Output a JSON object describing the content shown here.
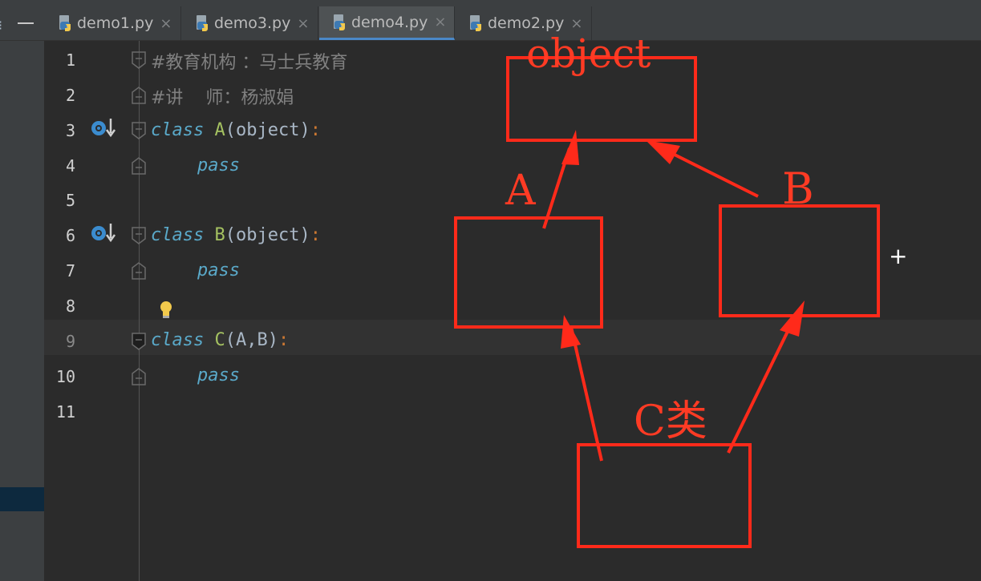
{
  "tabs": [
    {
      "label": "demo1.py",
      "active": false
    },
    {
      "label": "demo3.py",
      "active": false
    },
    {
      "label": "demo4.py",
      "active": true
    },
    {
      "label": "demo2.py",
      "active": false
    }
  ],
  "close_glyph": "×",
  "editor": {
    "line_numbers": [
      "1",
      "2",
      "3",
      "4",
      "5",
      "6",
      "7",
      "8",
      "9",
      "10",
      "11"
    ],
    "lines": {
      "l1_comment": "#教育机构 ：马士兵教育",
      "l2_comment": "#讲    师：杨淑娟",
      "l3_kw": "class",
      "l3_name": "A",
      "l3_args": "(object)",
      "l3_colon": ":",
      "l4_pass": "pass",
      "l6_kw": "class",
      "l6_name": "B",
      "l6_args": "(object)",
      "l6_colon": ":",
      "l7_pass": "pass",
      "l9_kw": "class",
      "l9_name": "C",
      "l9_args": "(A,B)",
      "l9_colon": ":",
      "l10_pass": "pass"
    },
    "highlighted_line": "9"
  },
  "annotations": {
    "object_label": "object",
    "a_label": "A",
    "b_label": "B",
    "c_label": "C类",
    "color": "#ff2a1a"
  },
  "icons": {
    "python_file": "python-file-icon",
    "override": "override-icon",
    "bulb": "lightbulb-icon",
    "fold": "fold-marker-icon"
  },
  "colors": {
    "background": "#2b2b2b",
    "keyword": "#5aa9c9",
    "class_name": "#a5c261",
    "comment": "#808080",
    "active_tab_underline": "#4a88c7"
  }
}
